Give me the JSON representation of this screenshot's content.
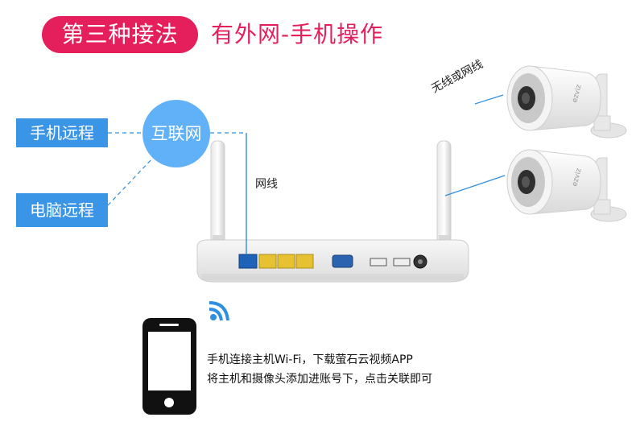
{
  "header": {
    "badge_text": "第三种接法",
    "subtitle": "有外网-手机操作"
  },
  "diagram": {
    "remote_phone_label": "手机远程",
    "remote_pc_label": "电脑远程",
    "internet_label": "互联网",
    "cable_label": "网线",
    "wireless_label": "无线或网线",
    "camera_brand": "ezviz",
    "instructions": [
      "手机连接主机Wi-Fi，下载萤石云视频APP",
      "将主机和摄像头添加进账号下，点击关联即可"
    ]
  },
  "colors": {
    "accent": "#e51f5b",
    "label_blue": "#3b95e6",
    "internet_blue": "#61b1f8",
    "link_blue": "#2f8fe0"
  }
}
